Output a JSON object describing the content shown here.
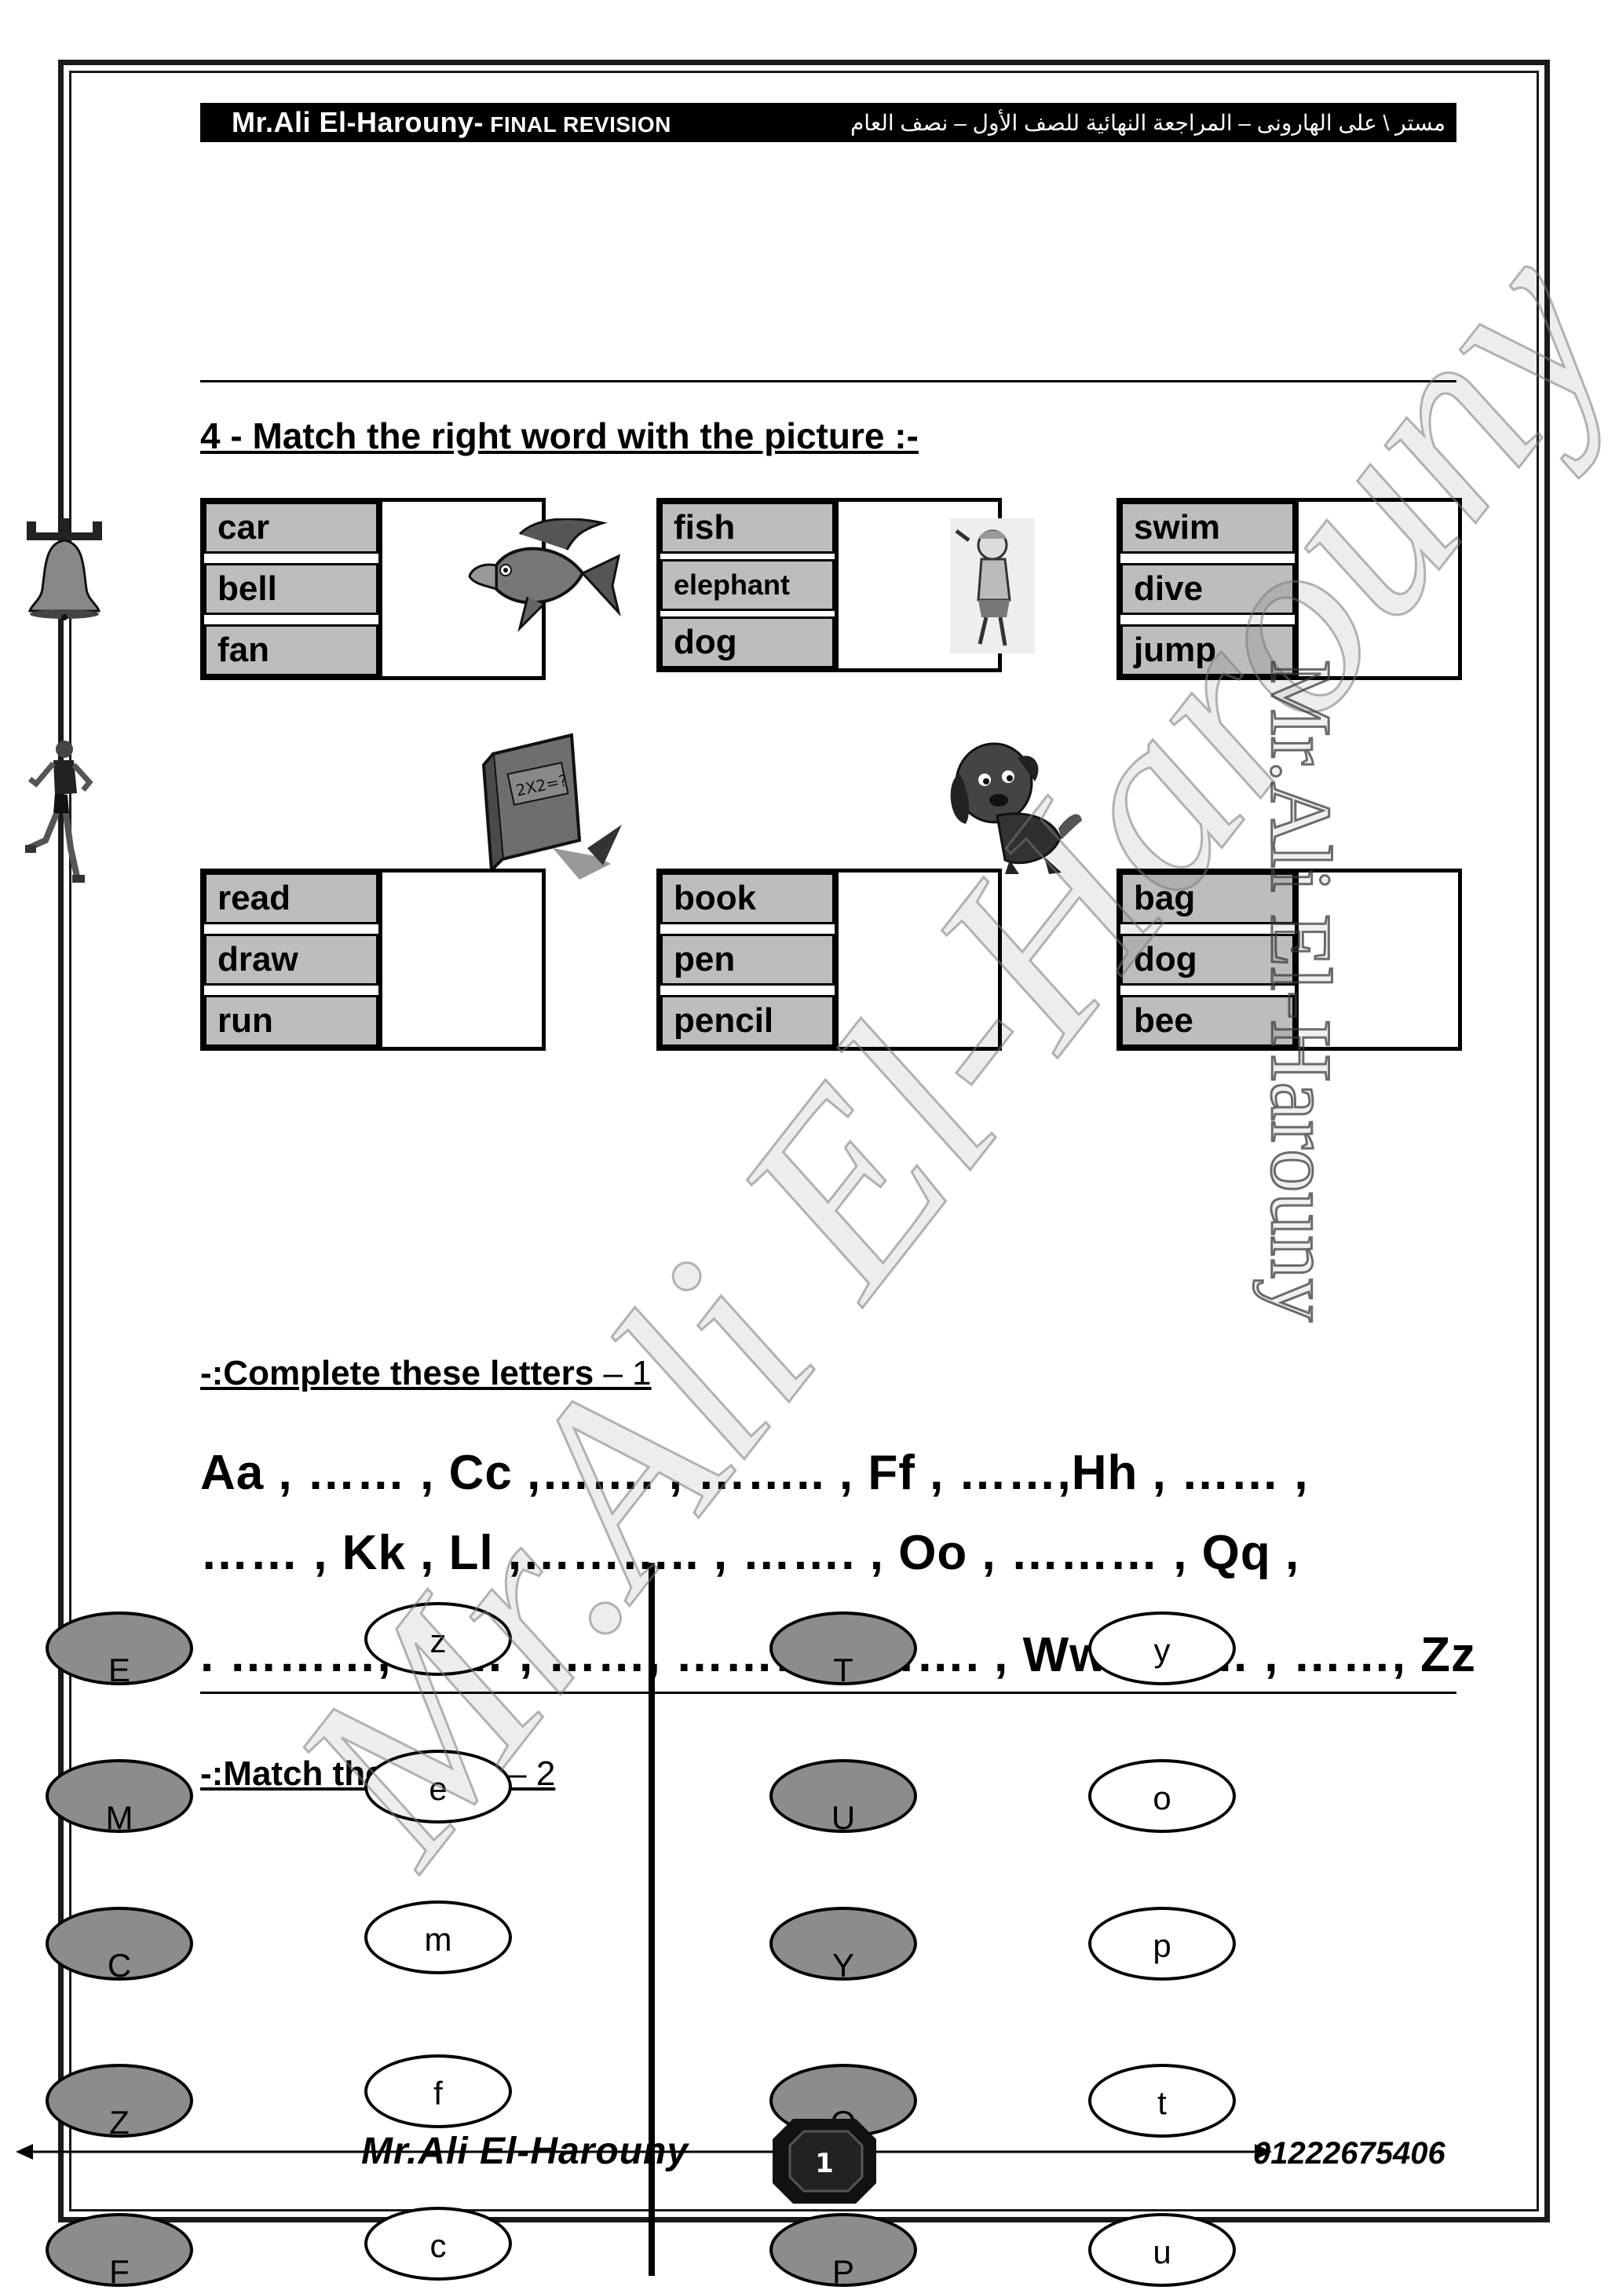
{
  "header": {
    "teacher": "Mr.Ali El-Harouny-",
    "subtitle": " FINAL REVISION",
    "arabic": "مستر \\ على الهارونى – المراجعة النهائية للصف الأول – نصف العام"
  },
  "q4": {
    "title": "4 -  Match the right word with the picture :-",
    "boxes": [
      {
        "words": [
          "car",
          "bell",
          "fan"
        ],
        "picture": "fish-icon"
      },
      {
        "words": [
          "fish",
          "elephant",
          "dog"
        ],
        "picture": "jumping-boy-icon"
      },
      {
        "words": [
          "swim",
          "dive",
          "jump"
        ],
        "picture": ""
      },
      {
        "words": [
          "read",
          "draw",
          "run"
        ],
        "picture": "book-icon"
      },
      {
        "words": [
          "book",
          "pen",
          "pencil"
        ],
        "picture": "dog-icon"
      },
      {
        "words": [
          "bag",
          "dog",
          "bee"
        ],
        "picture": ""
      }
    ],
    "margin_icons": [
      "bell-icon",
      "runner-icon"
    ]
  },
  "q1": {
    "title": "-:Complete these letters",
    "num": " – 1",
    "line1": "Aa , …… , Cc ,……. , …….. , Ff , ……,Hh , …… ,",
    "line2": "…… , Kk , Ll ,……….. , ……. ,  Oo , ……… , Qq ,",
    "line3": ". ………, …… , ……, ………., ……. , Ww , …… , ……, Zz"
  },
  "q2": {
    "title": "-:Match the letters",
    "num": " – 2",
    "col1": [
      "E",
      "M",
      "C",
      "Z",
      "F"
    ],
    "col2": [
      "z",
      "e",
      "m",
      "f",
      "c"
    ],
    "col3": [
      "T",
      "U",
      "Y",
      "O",
      "P"
    ],
    "col4": [
      "y",
      "o",
      "p",
      "t",
      "u"
    ]
  },
  "footer": {
    "name": "Mr.Ali El-Harouny",
    "page": "1",
    "phone": "01222675406"
  },
  "watermark": {
    "diagonal": "Mr.Ali El-Harouny",
    "vertical": "Mr.Ali El-Harouny"
  },
  "colors": {
    "word_cell": "#bdbdbd",
    "dark_oval": "#8c8c8c",
    "header_bar": "#000000"
  }
}
